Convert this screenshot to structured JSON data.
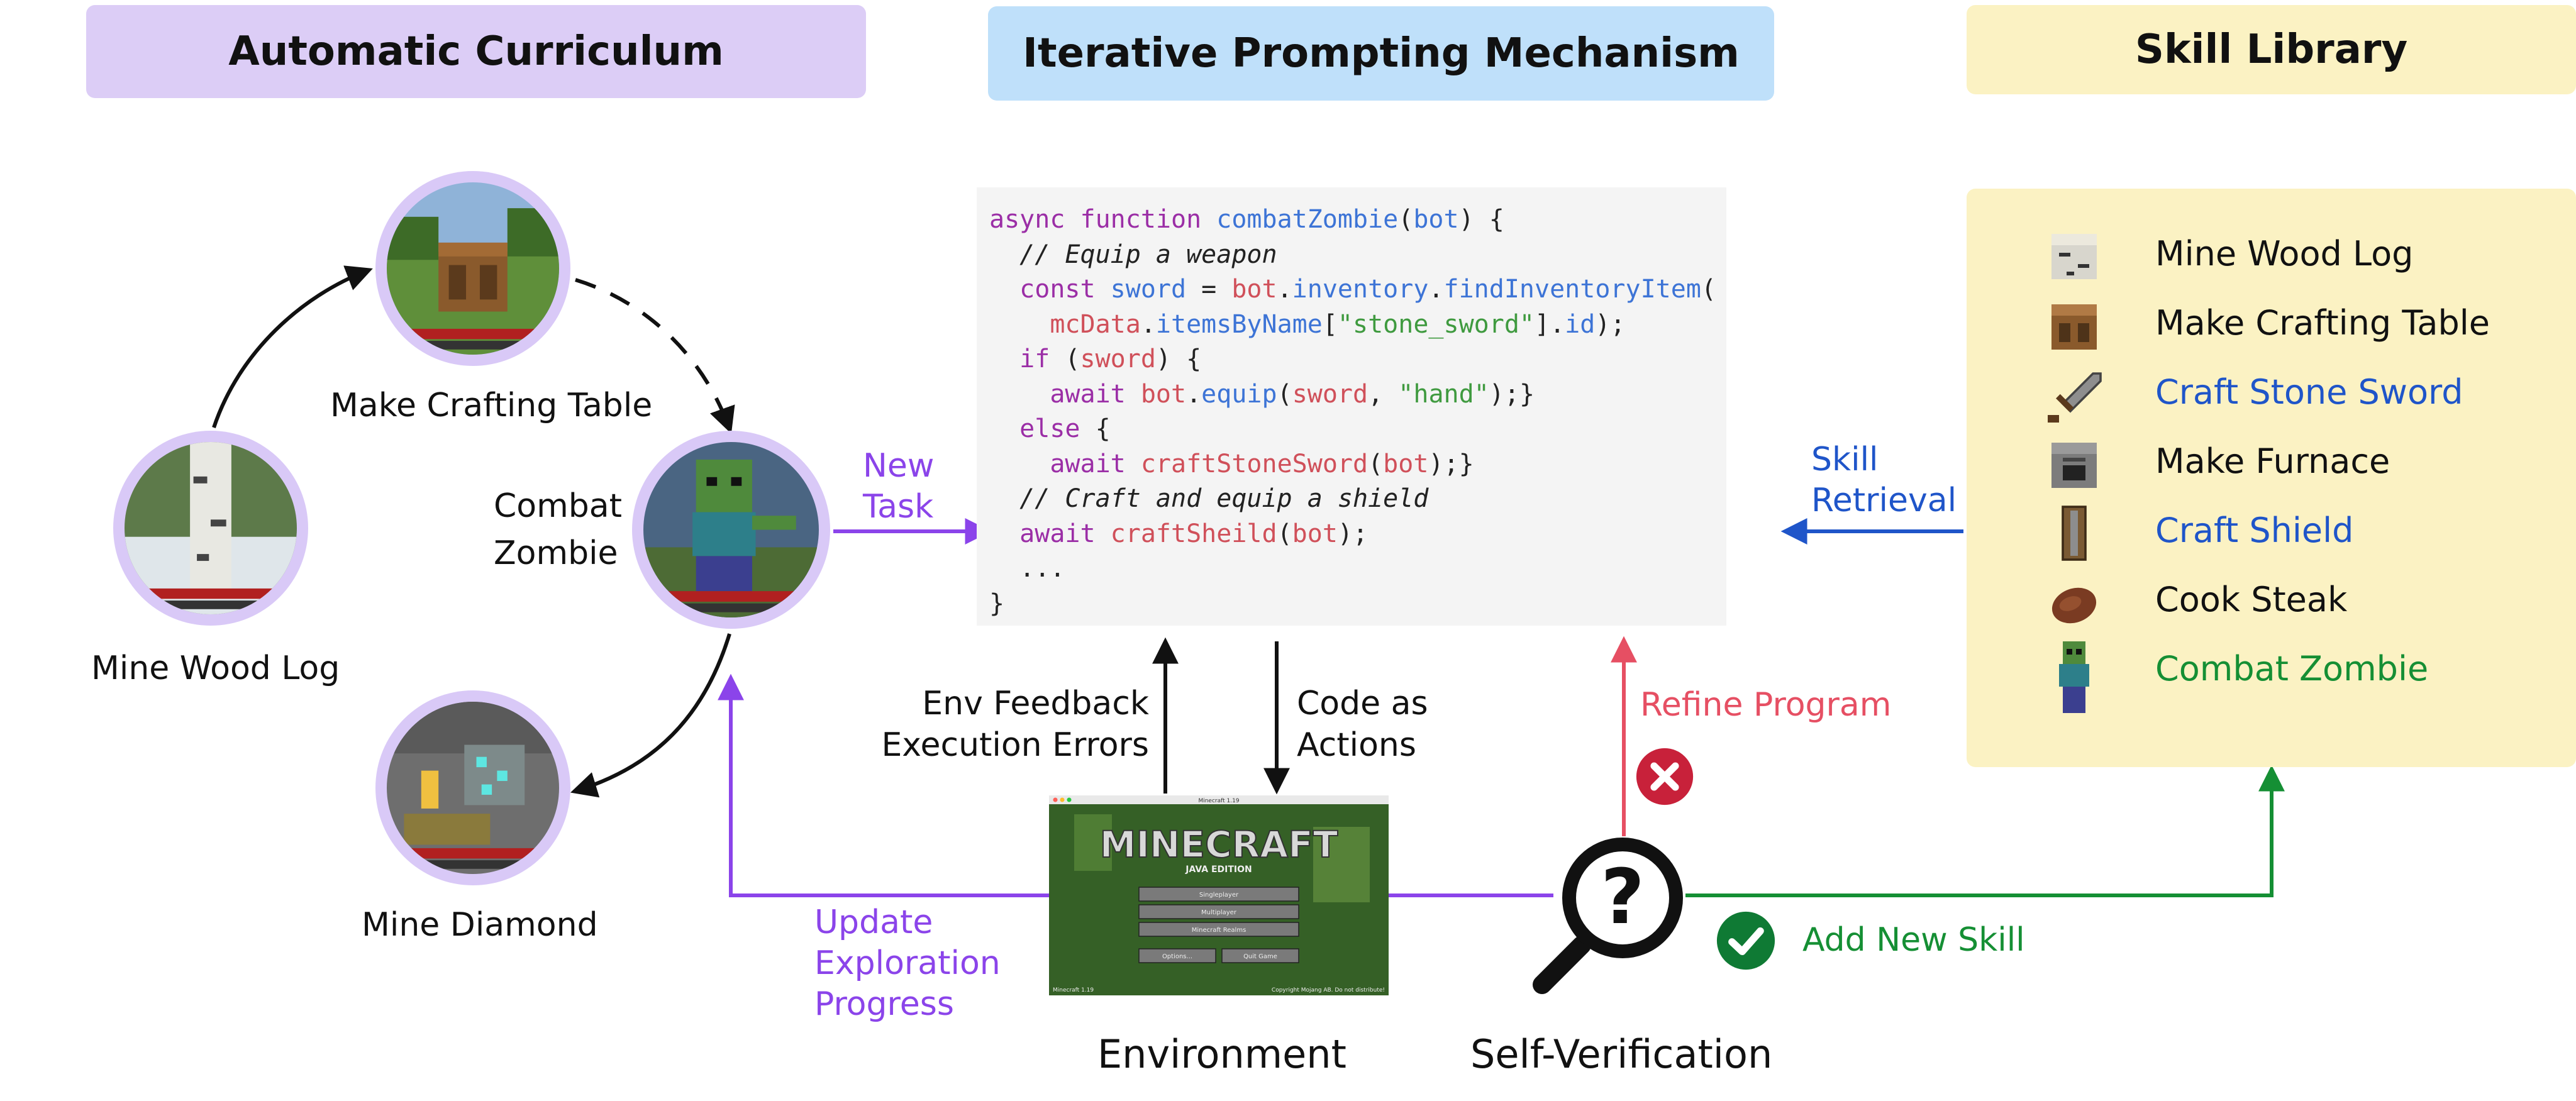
{
  "headers": {
    "curriculum": "Automatic Curriculum",
    "prompting": "Iterative Prompting Mechanism",
    "library": "Skill Library"
  },
  "curriculum": {
    "mine_wood_log": "Mine Wood Log",
    "make_crafting_table": "Make Crafting Table",
    "combat_zombie_line1": "Combat",
    "combat_zombie_line2": "Zombie",
    "mine_diamond": "Mine Diamond"
  },
  "flow_labels": {
    "new_task_line1": "New",
    "new_task_line2": "Task",
    "env_feedback_line1": "Env Feedback",
    "env_feedback_line2": "Execution Errors",
    "code_actions_line1": "Code as",
    "code_actions_line2": "Actions",
    "refine_program": "Refine Program",
    "skill_retrieval_line1": "Skill",
    "skill_retrieval_line2": "Retrieval",
    "update_line1": "Update",
    "update_line2": "Exploration",
    "update_line3": "Progress",
    "add_new_skill": "Add New Skill",
    "environment": "Environment",
    "self_verification": "Self-Verification"
  },
  "code": {
    "l1": {
      "kw": "async function ",
      "fn": "combatZombie",
      "p1": "(",
      "arg": "bot",
      "p2": ") {"
    },
    "l2": "  // Equip a weapon",
    "l3": {
      "kw": "  const ",
      "v1": "sword",
      "eq": " = ",
      "v2": "bot",
      "d1": ".",
      "f1": "inventory",
      "d2": ".",
      "f2": "findInventoryItem",
      "p": "("
    },
    "l4": {
      "indent": "    ",
      "v1": "mcData",
      "d1": ".",
      "f1": "itemsByName",
      "b1": "[",
      "s": "\"stone_sword\"",
      "b2": "].",
      "f2": "id",
      "e": ");"
    },
    "l5": {
      "kw": "  if ",
      "p1": "(",
      "v": "sword",
      "p2": ") {"
    },
    "l6": {
      "kw": "    await ",
      "v1": "bot",
      "d": ".",
      "f": "equip",
      "p1": "(",
      "v2": "sword",
      "c": ", ",
      "s": "\"hand\"",
      "e": ");}"
    },
    "l7": {
      "kw": "  else ",
      "p": "{"
    },
    "l8": {
      "kw": "    await ",
      "f": "craftStoneSword",
      "p1": "(",
      "v": "bot",
      "e": ");}"
    },
    "l9": "  // Craft and equip a shield",
    "l10": {
      "kw": "  await ",
      "f": "craftSheild",
      "p1": "(",
      "v": "bot",
      "e": ");"
    },
    "l11": "  ...",
    "l12": "}"
  },
  "skills": [
    {
      "label": "Mine Wood  Log",
      "color": "#222222",
      "icon": "birch-log-icon"
    },
    {
      "label": "Make Crafting Table",
      "color": "#222222",
      "icon": "crafting-table-icon"
    },
    {
      "label": "Craft Stone Sword",
      "color": "#1f55c9",
      "icon": "stone-sword-icon"
    },
    {
      "label": "Make Furnace",
      "color": "#222222",
      "icon": "furnace-icon"
    },
    {
      "label": "Craft Shield",
      "color": "#1f55c9",
      "icon": "shield-icon"
    },
    {
      "label": "Cook Steak",
      "color": "#222222",
      "icon": "steak-icon"
    },
    {
      "label": "Combat Zombie",
      "color": "#158f34",
      "icon": "zombie-icon"
    }
  ],
  "environment_screen": {
    "title": "MINECRAFT",
    "subtitle": "JAVA EDITION",
    "window_title": "Minecraft 1.19",
    "buttons": [
      "Singleplayer",
      "Multiplayer",
      "Minecraft Realms"
    ],
    "small_buttons": [
      "Options...",
      "Quit Game"
    ],
    "version": "Minecraft 1.19",
    "copyright": "Copyright Mojang AB. Do not distribute!"
  },
  "colors": {
    "purple": "#8b44ea",
    "blue": "#1f55c9",
    "red": "#e64f63",
    "green": "#158f34",
    "curriculum_header": "#dccdf6",
    "prompting_header": "#bfe0fa",
    "library_bg": "#fbf2c3"
  }
}
